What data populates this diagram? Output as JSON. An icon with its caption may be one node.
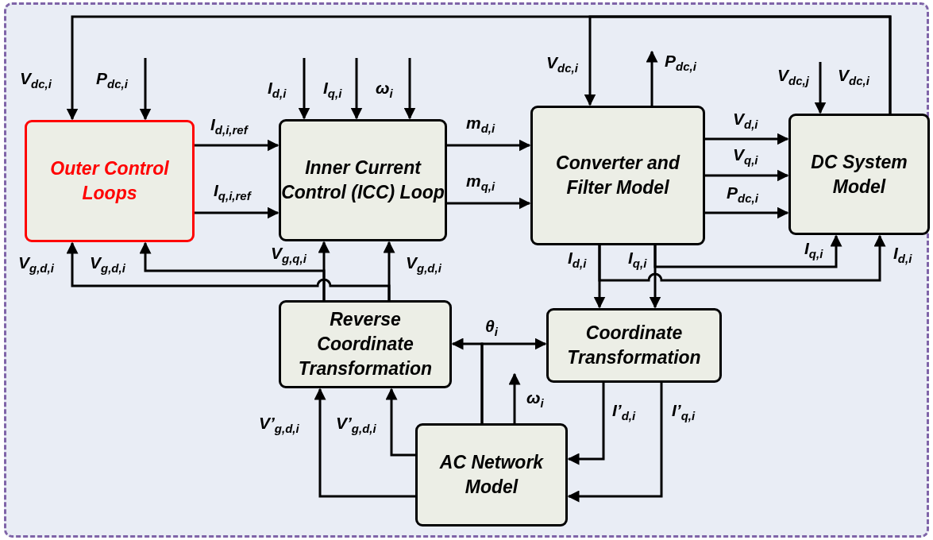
{
  "diagram": {
    "nodes": [
      {
        "text": [],
        "shape": "box"
      },
      {
        "text": [
          "Outer Control Loops"
        ],
        "in": 0
      },
      {
        "text": [
          "Inner Current Control (ICC) Loop"
        ],
        "in": 0
      },
      {
        "text": [
          "Converter and Filter Model"
        ],
        "in": 0
      },
      {
        "text": [
          "DC System Model"
        ],
        "in": 0
      },
      {
        "text": [
          "Reverse Coordinate Transformation"
        ],
        "in": 0
      },
      {
        "text": [
          "Coordinate Transformation"
        ],
        "in": 0
      },
      {
        "text": [
          "AC Network Model"
        ],
        "in": 0
      }
    ],
    "edges": [
      {
        "from": 4,
        "to": 1,
        "arrow": "to",
        "label": "V$_{dc,i}$"
      },
      {
        "from": null,
        "to": 1,
        "arrow": "to",
        "label": "P$_{dc,i}$"
      },
      {
        "from": null,
        "to": 2,
        "arrow": "to",
        "label": "I$_{d,i}$"
      },
      {
        "from": null,
        "to": 2,
        "arrow": "to",
        "label": "I$_{q,i}$"
      },
      {
        "from": null,
        "to": 2,
        "arrow": "to",
        "label": "ω$_{i}$"
      },
      {
        "from": 4,
        "to": 3,
        "arrow": "to",
        "label": "V$_{dc,i}$"
      },
      {
        "from": 3,
        "to": null,
        "arrow": "to",
        "label": "P$_{dc,i}$"
      },
      {
        "from": null,
        "to": 4,
        "arrow": "to",
        "label": "V$_{dc,j}$"
      },
      {
        "from": 1,
        "to": 2,
        "arrow": "to",
        "label": "I$_{d,i,ref}$"
      },
      {
        "from": 1,
        "to": 2,
        "arrow": "to",
        "label": "I$_{q,i,ref}$"
      },
      {
        "from": 2,
        "to": 3,
        "arrow": "to",
        "label": "m$_{d,i}$"
      },
      {
        "from": 2,
        "to": 3,
        "arrow": "to",
        "label": "m$_{q,i}$"
      },
      {
        "from": 3,
        "to": 4,
        "arrow": "to",
        "label": "V$_{d,i}$"
      },
      {
        "from": 3,
        "to": 4,
        "arrow": "to",
        "label": "V$_{q,i}$"
      },
      {
        "from": 3,
        "to": 4,
        "arrow": "to",
        "label": "P$_{dc,i}$"
      },
      {
        "from": 5,
        "to": 1,
        "arrow": "to",
        "label": "V$_{g,d,i}$"
      },
      {
        "from": 5,
        "to": 1,
        "arrow": "to",
        "label": "V$_{g,d,i}$"
      },
      {
        "from": 5,
        "to": 2,
        "arrow": "to",
        "label": "V$_{g,q,i}$"
      },
      {
        "from": 5,
        "to": 2,
        "arrow": "to",
        "label": "V$_{g,d,i}$"
      },
      {
        "from": 3,
        "to": 6,
        "arrow": "to",
        "label": "I$_{d,i}$"
      },
      {
        "from": 3,
        "to": 6,
        "arrow": "to",
        "label": "I$_{q,i}$"
      },
      {
        "from": 3,
        "to": 4,
        "arrow": "to",
        "label": "I$_{q,i}$"
      },
      {
        "from": 3,
        "to": 4,
        "arrow": "to",
        "label": "I$_{d,i}$"
      },
      {
        "from": 7,
        "to": 5,
        "arrow": "to",
        "label": "θ$_{i}$"
      },
      {
        "from": 7,
        "to": 6,
        "arrow": "to"
      },
      {
        "from": 7,
        "to": null,
        "arrow": "to",
        "label": "ω$_{i}$"
      },
      {
        "from": 7,
        "to": 5,
        "arrow": "to",
        "label": "V’$_{g,d,i}$"
      },
      {
        "from": 7,
        "to": 5,
        "arrow": "to",
        "label": "V’$_{g,d,i}$"
      },
      {
        "from": 6,
        "to": 7,
        "arrow": "to",
        "label": "I’$_{d,i}$"
      },
      {
        "from": 6,
        "to": 7,
        "arrow": "to",
        "label": "I’$_{q,i}$"
      }
    ],
    "labels": [
      "V$_{dc,i}$"
    ]
  }
}
